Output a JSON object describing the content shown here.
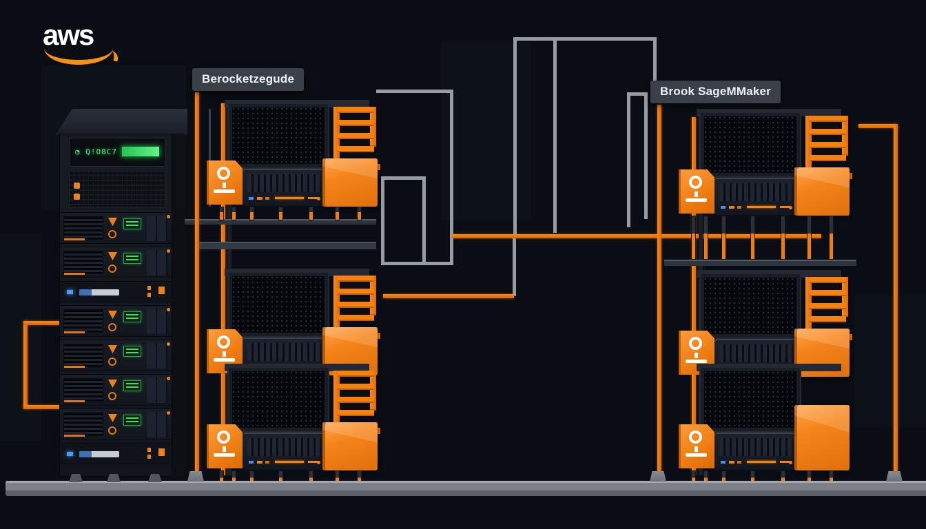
{
  "logo": {
    "text": "aws"
  },
  "badges": {
    "left_label": "Berocketzegude",
    "right_label": "Brook SageMMaker"
  },
  "rack": {
    "lcd_text": "◔ Q!O8C7"
  },
  "colors": {
    "background": "#0a0d13",
    "accent_orange": "#f5820f",
    "orange_deep": "#d96605",
    "gray_line": "#969ca5",
    "panel_dark": "#14181f",
    "label_bg": "#3a4049",
    "lcd_green": "#58e273",
    "blue_led": "#4a9bf5",
    "floor_gray": "#7c8187"
  }
}
